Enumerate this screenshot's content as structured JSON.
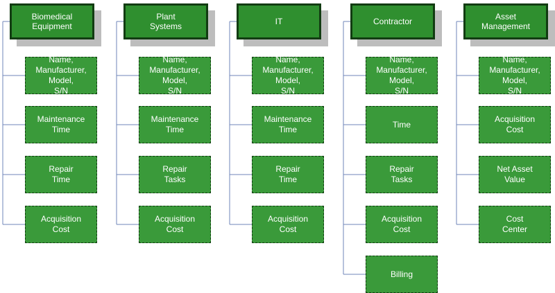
{
  "diagram": {
    "columns": [
      {
        "title": "Biomedical\nEquipment",
        "items": [
          "Name,\nManufacturer,\nModel,\nS/N",
          "Maintenance\nTime",
          "Repair\nTime",
          "Acquisition\nCost"
        ]
      },
      {
        "title": "Plant\nSystems",
        "items": [
          "Name,\nManufacturer,\nModel,\nS/N",
          "Maintenance\nTime",
          "Repair\nTasks",
          "Acquisition\nCost"
        ]
      },
      {
        "title": "IT",
        "items": [
          "Name,\nManufacturer,\nModel,\nS/N",
          "Maintenance\nTime",
          "Repair\nTime",
          "Acquisition\nCost"
        ]
      },
      {
        "title": "Contractor",
        "items": [
          "Name,\nManufacturer,\nModel,\nS/N",
          "Time",
          "Repair\nTasks",
          "Acquisition\nCost",
          "Billing"
        ]
      },
      {
        "title": "Asset\nManagement",
        "items": [
          "Name,\nManufacturer,\nModel,\nS/N",
          "Acquisition\nCost",
          "Net Asset\nValue",
          "Cost\nCenter"
        ]
      }
    ],
    "colors": {
      "header_fill": "#2f8f2f",
      "node_fill": "#3a9a3a",
      "connector": "#6f86b8",
      "shadow": "#bdbdbd"
    }
  }
}
